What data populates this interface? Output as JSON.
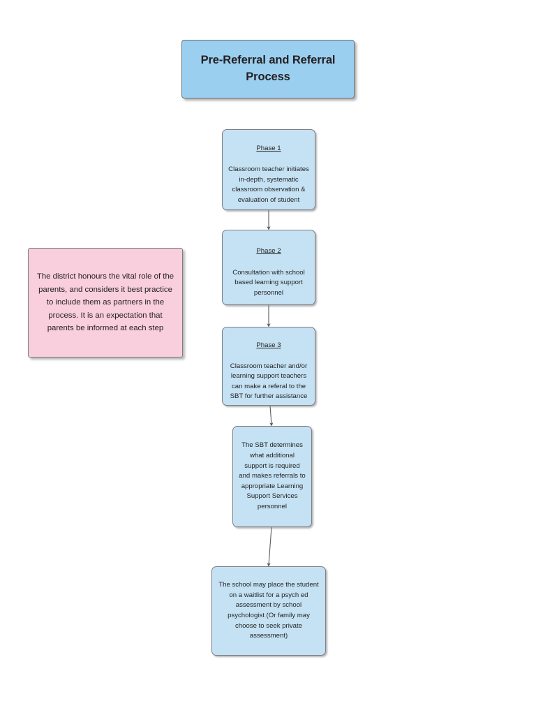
{
  "document": {
    "title": "Pre-Referral and Referral Process",
    "background_color": "#ffffff"
  },
  "colors": {
    "title_fill": "#9bcff0",
    "node_fill": "#c4e2f4",
    "note_fill": "#f9cedd",
    "border": "#7d7d82",
    "text": "#231f20",
    "connector": "#5a5a5f"
  },
  "title_box": {
    "text": "Pre-Referral and Referral Process"
  },
  "note": {
    "text": "The district honours the vital role of the parents, and considers it best practice to include them as partners in the process. It is an expectation that parents be informed at each step"
  },
  "nodes": [
    {
      "id": "phase1",
      "label": "Phase 1",
      "text": "Classroom teacher initiates in-depth, systematic classroom observation & evaluation of student"
    },
    {
      "id": "phase2",
      "label": "Phase 2",
      "text": "Consultation with school based learning support personnel"
    },
    {
      "id": "phase3",
      "label": "Phase 3",
      "text": "Classroom teacher and/or learning support teachers can make a referal to the SBT for further assistance"
    },
    {
      "id": "sbt",
      "label": "",
      "text": "The SBT determines what additional support is required and makes referrals to appropriate Learning Support Services personnel"
    },
    {
      "id": "school",
      "label": "",
      "text": "The school may place the student on a waitlist for a psych ed assessment by school psychologist (Or family may choose to seek private assessment)"
    }
  ],
  "connectors": [
    {
      "id": "phase1-to-phase2",
      "from": "phase1",
      "to": "phase2"
    },
    {
      "id": "phase2-to-phase3",
      "from": "phase2",
      "to": "phase3"
    },
    {
      "id": "phase3-to-sbt",
      "from": "phase3",
      "to": "sbt"
    },
    {
      "id": "sbt-to-school",
      "from": "sbt",
      "to": "school"
    }
  ]
}
